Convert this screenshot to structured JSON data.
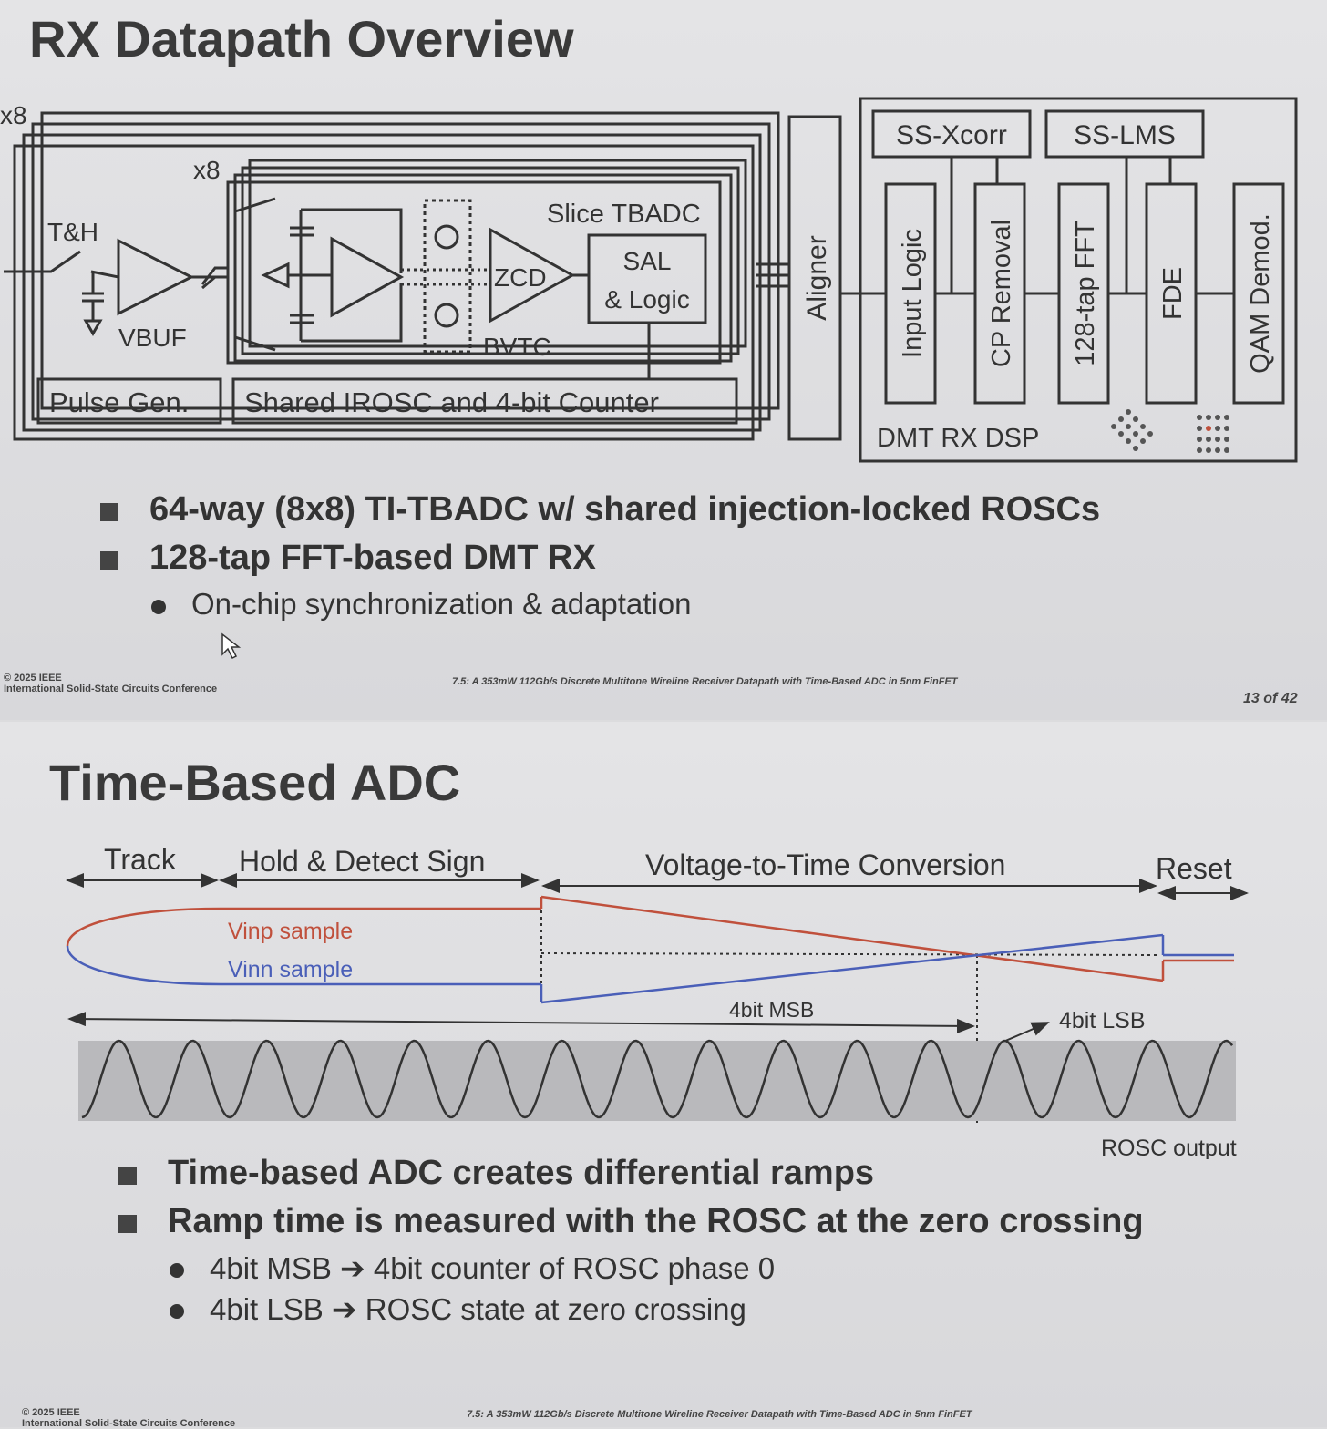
{
  "slide1": {
    "title": "RX Datapath Overview",
    "diagram": {
      "outer_mult": "x8",
      "inner_mult": "x8",
      "th": "T&H",
      "vbuf": "VBUF",
      "slice": "Slice TBADC",
      "zcd": "ZCD",
      "sal1": "SAL",
      "sal2": "& Logic",
      "bvtc": "BVTC",
      "pulse": "Pulse Gen.",
      "irosc": "Shared IROSC and 4-bit Counter",
      "aligner": "Aligner",
      "xcorr": "SS-Xcorr",
      "lms": "SS-LMS",
      "input_logic": "Input Logic",
      "cp_removal": "CP Removal",
      "fft": "128-tap FFT",
      "fde": "FDE",
      "qam": "QAM Demod.",
      "dsp": "DMT RX DSP"
    },
    "bullets": [
      "64-way (8x8) TI-TBADC w/ shared injection-locked ROSCs",
      "128-tap FFT-based DMT RX"
    ],
    "sub_bullets": [
      "On-chip synchronization & adaptation"
    ],
    "footer_left1": "© 2025 IEEE",
    "footer_left2": "International Solid-State Circuits Conference",
    "footer_center": "7.5: A 353mW 112Gb/s Discrete Multitone Wireline Receiver Datapath with Time-Based ADC in 5nm FinFET",
    "page": "13 of 42"
  },
  "slide2": {
    "title": "Time-Based ADC",
    "timing": {
      "track": "Track",
      "hold": "Hold & Detect Sign",
      "vtc": "Voltage-to-Time Conversion",
      "reset": "Reset",
      "vinp": "Vinp sample",
      "vinn": "Vinn sample",
      "msb": "4bit MSB",
      "lsb": "4bit LSB",
      "rosc": "ROSC output",
      "colors": {
        "vinp": "#c0503c",
        "vinn": "#4a5fb8"
      }
    },
    "bullets": [
      "Time-based ADC creates differential ramps",
      "Ramp time is measured with the ROSC at the zero crossing"
    ],
    "sub_bullets": [
      "4bit MSB ➔ 4bit counter of ROSC phase 0",
      "4bit LSB ➔ ROSC state at zero crossing"
    ],
    "footer_left1": "© 2025 IEEE",
    "footer_left2": "International Solid-State Circuits Conference",
    "footer_center": "7.5: A 353mW 112Gb/s Discrete Multitone Wireline Receiver Datapath with Time-Based ADC in 5nm FinFET"
  }
}
